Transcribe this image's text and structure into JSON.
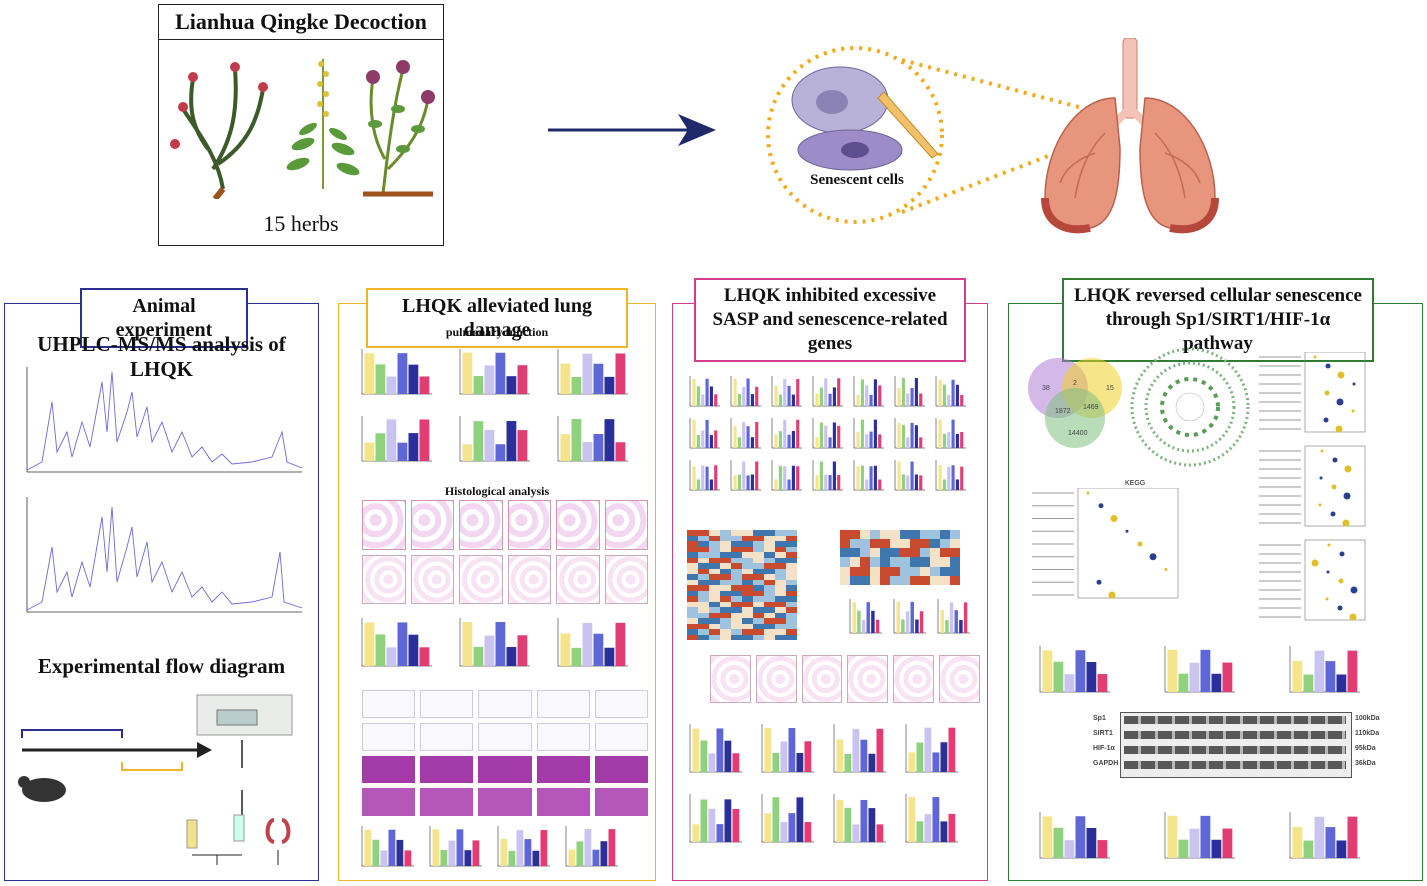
{
  "header": {
    "title": "Lianhua Qingke Decoction",
    "herbs_label": "15 herbs",
    "senescent_label": "Senescent cells"
  },
  "panels": {
    "animal": {
      "title": "Animal experiment",
      "uhplc_title": "UHPLC-MS/MS analysis of LHQK",
      "flow_title": "Experimental flow diagram",
      "color": "#2b2f8f"
    },
    "lung": {
      "title": "LHQK alleviated lung damage",
      "pulmonary_label": "pulmonary function",
      "histology_label": "Histological analysis",
      "color": "#f0b429"
    },
    "sasp": {
      "title": "LHQK inhibited excessive SASP and senescence-related genes",
      "color": "#d43d8c"
    },
    "pathway": {
      "title": "LHQK reversed cellular senescence through Sp1/SIRT1/HIF-1α pathway",
      "color": "#2e7d32",
      "blot_labels": [
        "Sp1",
        "SIRT1",
        "HIF-1α",
        "GAPDH"
      ],
      "blot_sizes": [
        "100kDa",
        "110kDa",
        "95kDa",
        "36kDa"
      ],
      "kegg_label": "KEGG",
      "venn_values": [
        "38",
        "2",
        "15",
        "1872",
        "1469",
        "14400"
      ]
    }
  },
  "colors": {
    "arrow": "#1f2a6b",
    "dotted": "#f2a91b",
    "lung": "#e8957e",
    "bars": [
      "#f4e58c",
      "#8fd17c",
      "#c8c4ef",
      "#5f66d6",
      "#2b2f9a",
      "#e23c73"
    ]
  }
}
